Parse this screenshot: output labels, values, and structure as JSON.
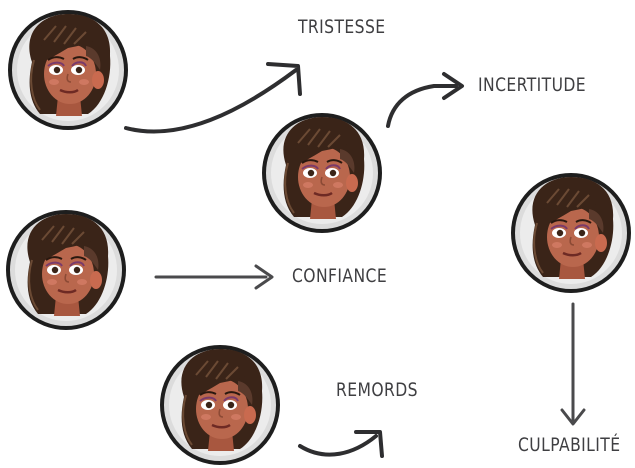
{
  "emotions": {
    "tristesse": "TRISTESSE",
    "incertitude": "INCERTITUDE",
    "confiance": "CONFIANCE",
    "remords": "REMORDS",
    "culpabilite": "CULPABILITÉ"
  },
  "icons": {
    "face": "girl-face-icon",
    "arrow": "arrow-icon"
  },
  "colors": {
    "skin": "#b9674d",
    "hair": "#3a2418",
    "frame": "#dcdcdc",
    "ring": "#202020",
    "text": "#3f3f42"
  }
}
